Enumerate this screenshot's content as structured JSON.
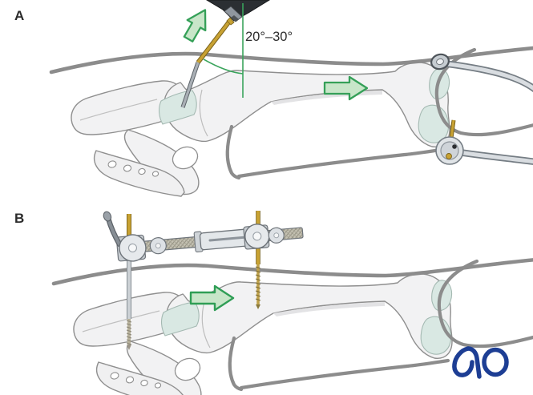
{
  "figure": {
    "title_hidden": "",
    "panels": [
      {
        "label": "A",
        "angle_annotation": "20°–30°"
      },
      {
        "label": "B",
        "angle_annotation": ""
      }
    ],
    "logo_text": "AO",
    "icons": [
      "drill-chuck-icon",
      "guide-wire-icon",
      "arrow-up-insertion-icon",
      "arrow-right-traction-icon",
      "traction-bow-icon",
      "femoral-distractor-icon",
      "schanz-pin-icon",
      "ao-logo-icon"
    ],
    "colors": {
      "accent_green": "#3aa45c",
      "arrow_fill": "#c8e6c9",
      "arrow_stroke": "#35a058",
      "pin_gold": "#c8a233",
      "pin_gold_edge": "#7a621c",
      "metal_light": "#e2e6e9",
      "metal_edge": "#6e747a",
      "skin_gray": "#8c8c8c",
      "bone_fill": "#f2f2f3",
      "bone_edge": "#8f8f8f",
      "cartilage_mint": "#d9e8e3",
      "logo_blue": "#1d3e94",
      "label_color": "#2b2b2b"
    }
  }
}
